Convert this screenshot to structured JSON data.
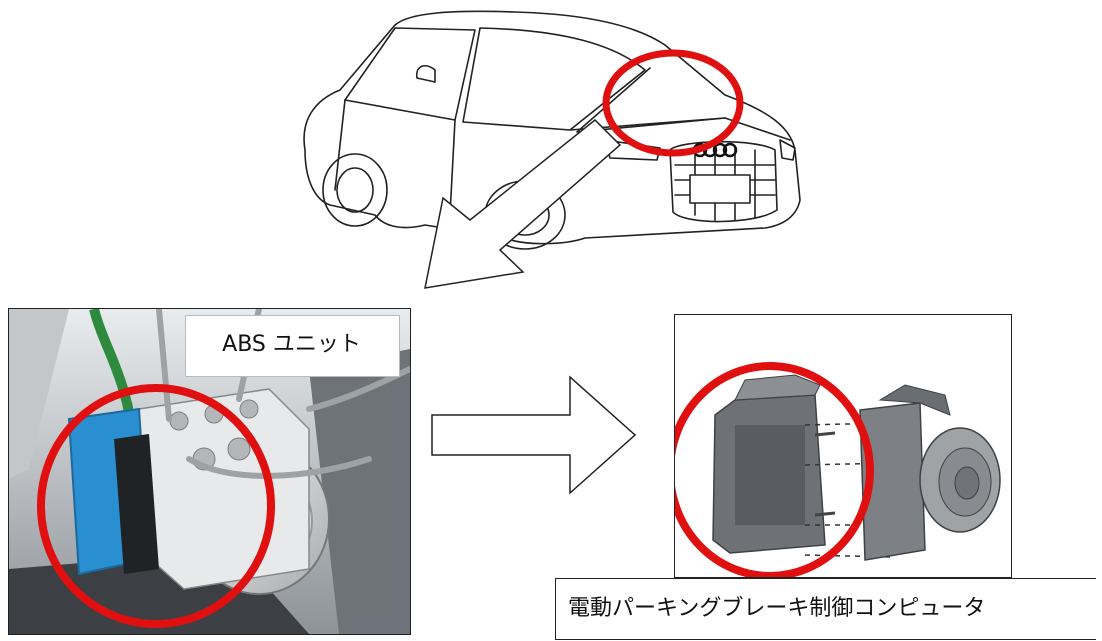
{
  "labels": {
    "abs_unit": "ABS ユニット",
    "caption": "電動パーキングブレーキ制御コンピュータ",
    "car_badge": "Audi four rings"
  },
  "colors": {
    "highlight_red": "#e01010",
    "connector_blue": "#2a8fd0",
    "hose_green": "#2e8b3d",
    "line_art": "#222222"
  },
  "icons": {
    "car": "car-line-art-icon",
    "arrow_down": "arrow-down-left-icon",
    "arrow_right": "arrow-right-icon",
    "highlight": "red-circle-highlight-icon"
  }
}
